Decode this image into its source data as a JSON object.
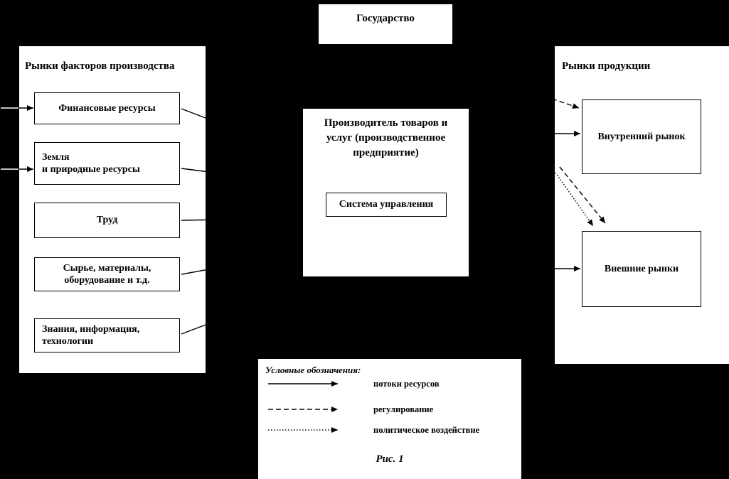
{
  "colors": {
    "background": "#000000",
    "panel": "#ffffff",
    "line": "#000000",
    "edge_arrow": "#ffffff"
  },
  "state_box": {
    "label": "Государство"
  },
  "factors_panel": {
    "title": "Рынки факторов производства",
    "boxes": [
      {
        "label": "Финансовые ресурсы",
        "align": "center"
      },
      {
        "label": "Земля\nи природные ресурсы",
        "align": "left"
      },
      {
        "label": "Труд",
        "align": "center"
      },
      {
        "label": "Сырье, материалы,\nоборудование и т.д.",
        "align": "center"
      },
      {
        "label": "Знания, информация,\nтехнологии",
        "align": "left"
      }
    ]
  },
  "producer": {
    "label": "Производитель товаров и\nуслуг (производственное\nпредприятие)",
    "subsystem": "Система управления"
  },
  "products_panel": {
    "title": "Рынки продукции",
    "boxes": [
      {
        "label": "Внутренний рынок"
      },
      {
        "label": "Внешние рынки"
      }
    ]
  },
  "legend": {
    "title": "Условные обозначения:",
    "items": [
      {
        "line_style": "solid",
        "label": "потоки ресурсов"
      },
      {
        "line_style": "dashed",
        "label": "регулирование"
      },
      {
        "line_style": "dotted",
        "label": "политическое воздействие"
      }
    ],
    "caption": "Рис. 1"
  }
}
